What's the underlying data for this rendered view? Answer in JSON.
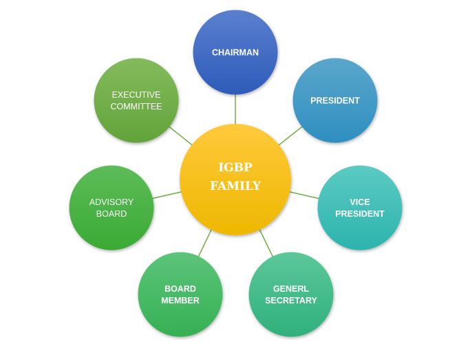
{
  "diagram": {
    "connector_color": "#70ad47",
    "center": {
      "lines": [
        "IGBP",
        "FAMILY"
      ],
      "color_top": "#ffc93c",
      "color_bottom": "#eeb800"
    },
    "nodes": [
      {
        "id": "chairman",
        "lines": [
          "CHAIRMAN"
        ],
        "bold": true,
        "color_top": "#5a7fd0",
        "color_bottom": "#2e5bb8"
      },
      {
        "id": "president",
        "lines": [
          "PRESIDENT"
        ],
        "bold": true,
        "color_top": "#5ba6cc",
        "color_bottom": "#2e8fbf"
      },
      {
        "id": "vice-president",
        "lines": [
          "VICE",
          "PRESIDENT"
        ],
        "bold": true,
        "color_top": "#5ccac2",
        "color_bottom": "#2db3ae"
      },
      {
        "id": "generl-secretary",
        "lines": [
          "GENERL",
          "SECRETARY"
        ],
        "bold": true,
        "color_top": "#5cc79a",
        "color_bottom": "#2fb07c"
      },
      {
        "id": "board-member",
        "lines": [
          "BOARD",
          "MEMBER"
        ],
        "bold": true,
        "color_top": "#5cc47a",
        "color_bottom": "#36b054"
      },
      {
        "id": "advisory-board",
        "lines": [
          "ADVISORY",
          "BOARD"
        ],
        "bold": false,
        "color_top": "#5dbc58",
        "color_bottom": "#3aaa34"
      },
      {
        "id": "executive-committee",
        "lines": [
          "EXECUTIVE",
          "COMMITTEE"
        ],
        "bold": false,
        "color_top": "#84bb5c",
        "color_bottom": "#62a33a"
      }
    ]
  }
}
